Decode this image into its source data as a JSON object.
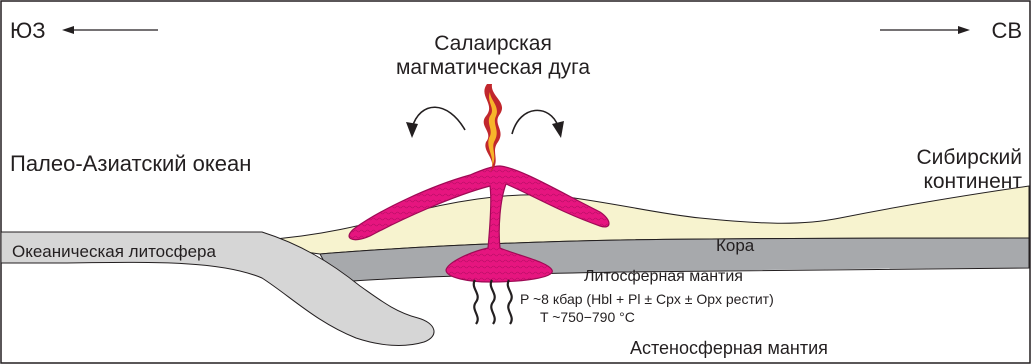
{
  "compass": {
    "left": "ЮЗ",
    "right": "СВ"
  },
  "labels": {
    "arc_line1": "Салаирская",
    "arc_line2": "магматическая дуга",
    "ocean": "Палео-Азиатский океан",
    "continent_line1": "Сибирский",
    "continent_line2": "континент",
    "oceanic_lithosphere": "Океаническая литосфера",
    "crust": "Кора",
    "lithospheric_mantle": "Литосферная мантия",
    "pressure": "P ~8 кбар (Hbl + Pl ± Cpx ± Opx рестит)",
    "temperature": "T  ~750−790 °C",
    "asthenosphere": "Астеносферная мантия"
  },
  "colors": {
    "crust": "#f7f3cf",
    "lithospheric_mantle": "#a7a9ac",
    "oceanic_slab": "#d6d6d6",
    "magma": "#e6157f",
    "flame_outer": "#c1272d",
    "flame_inner": "#f7b52a",
    "outline": "#231f20"
  }
}
